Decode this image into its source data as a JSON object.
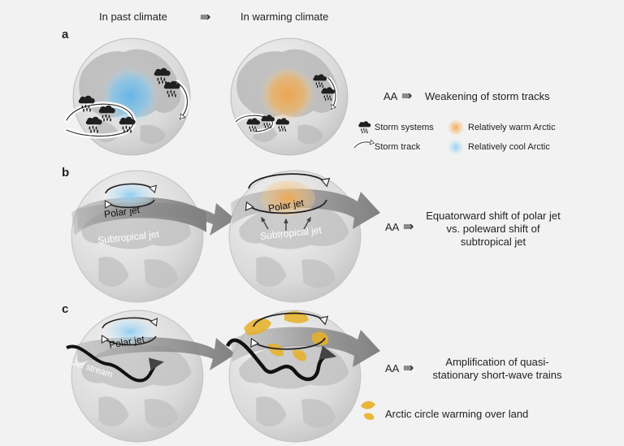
{
  "headers": {
    "past": "In past climate",
    "arrow": "⇛",
    "warming": "In warming climate"
  },
  "panels": [
    {
      "label": "a",
      "aa": "AA",
      "arrow": "⇛",
      "result": "Weakening of storm tracks"
    },
    {
      "label": "b",
      "aa": "AA",
      "arrow": "⇛",
      "result_lines": [
        "Equatorward shift of polar jet",
        "vs. poleward shift of",
        "subtropical jet"
      ],
      "jet_labels": {
        "polar": "Polar jet",
        "subtropical": "Subtropical jet"
      }
    },
    {
      "label": "c",
      "aa": "AA",
      "arrow": "⇛",
      "result_lines": [
        "Amplification of quasi-",
        "stationary short-wave trains"
      ],
      "jet_labels": {
        "polar": "Polar jet",
        "stream": "Jet stream"
      }
    }
  ],
  "legend": {
    "storm_systems": "Storm systems",
    "storm_track": "Storm track",
    "warm_arctic": "Relatively warm Arctic",
    "cool_arctic": "Relatively cool Arctic",
    "land_warming": "Arctic circle warming over land"
  },
  "colors": {
    "warm": "#f0b15a",
    "cool": "#7fc6ef",
    "land_warm": "#e8b028",
    "globe": "#dcdcdc",
    "land": "#b4b4b4",
    "arrow_gray": "#8f8f8f"
  },
  "icons": [
    "storm-cloud-icon",
    "storm-track-arrow-icon",
    "circulation-arrow-icon"
  ]
}
